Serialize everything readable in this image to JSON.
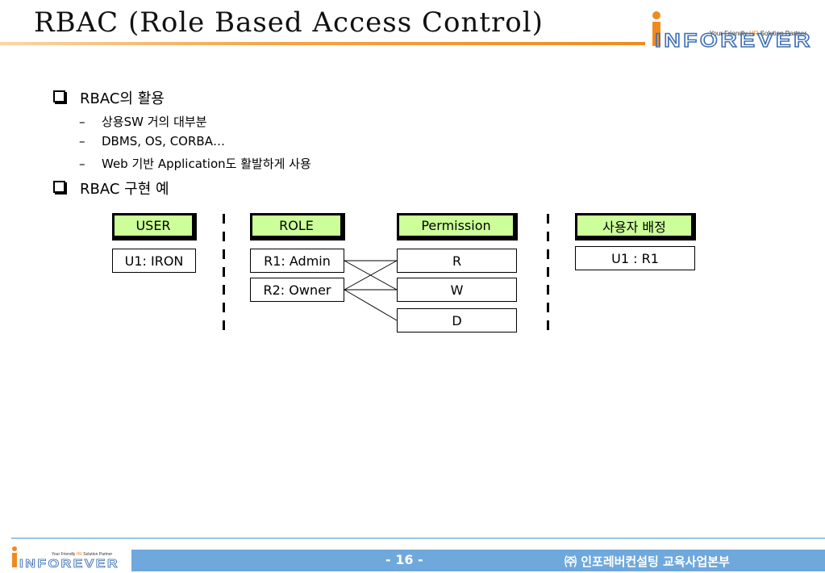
{
  "title": "RBAC (Role Based Access Control)",
  "logo": {
    "tagline_pre": "Your Friendly ",
    "tagline_hr": "HR",
    "tagline_post": " Solution Partner",
    "wordmark": "INFOREVER"
  },
  "bullets": [
    {
      "text": "RBAC의 활용",
      "subs": [
        "상용SW 거의 대부분",
        "DBMS, OS, CORBA…",
        "Web 기반 Application도 활발하게 사용"
      ]
    },
    {
      "text": "RBAC 구현 예"
    }
  ],
  "diagram": {
    "user": {
      "header": "USER",
      "items": [
        "U1: IRON"
      ]
    },
    "role": {
      "header": "ROLE",
      "items": [
        "R1: Admin",
        "R2: Owner"
      ]
    },
    "permission": {
      "header": "Permission",
      "items": [
        "R",
        "W",
        "D"
      ]
    },
    "assignment": {
      "header": "사용자 배정",
      "items": [
        "U1 : R1"
      ]
    }
  },
  "footer": {
    "page": "- 16 -",
    "org": "㈜ 인포레버컨설팅 교육사업본부"
  },
  "colors": {
    "accent": "#f08a1e",
    "header_fill": "#ccff99",
    "footer_blue": "#6fa8dc"
  }
}
